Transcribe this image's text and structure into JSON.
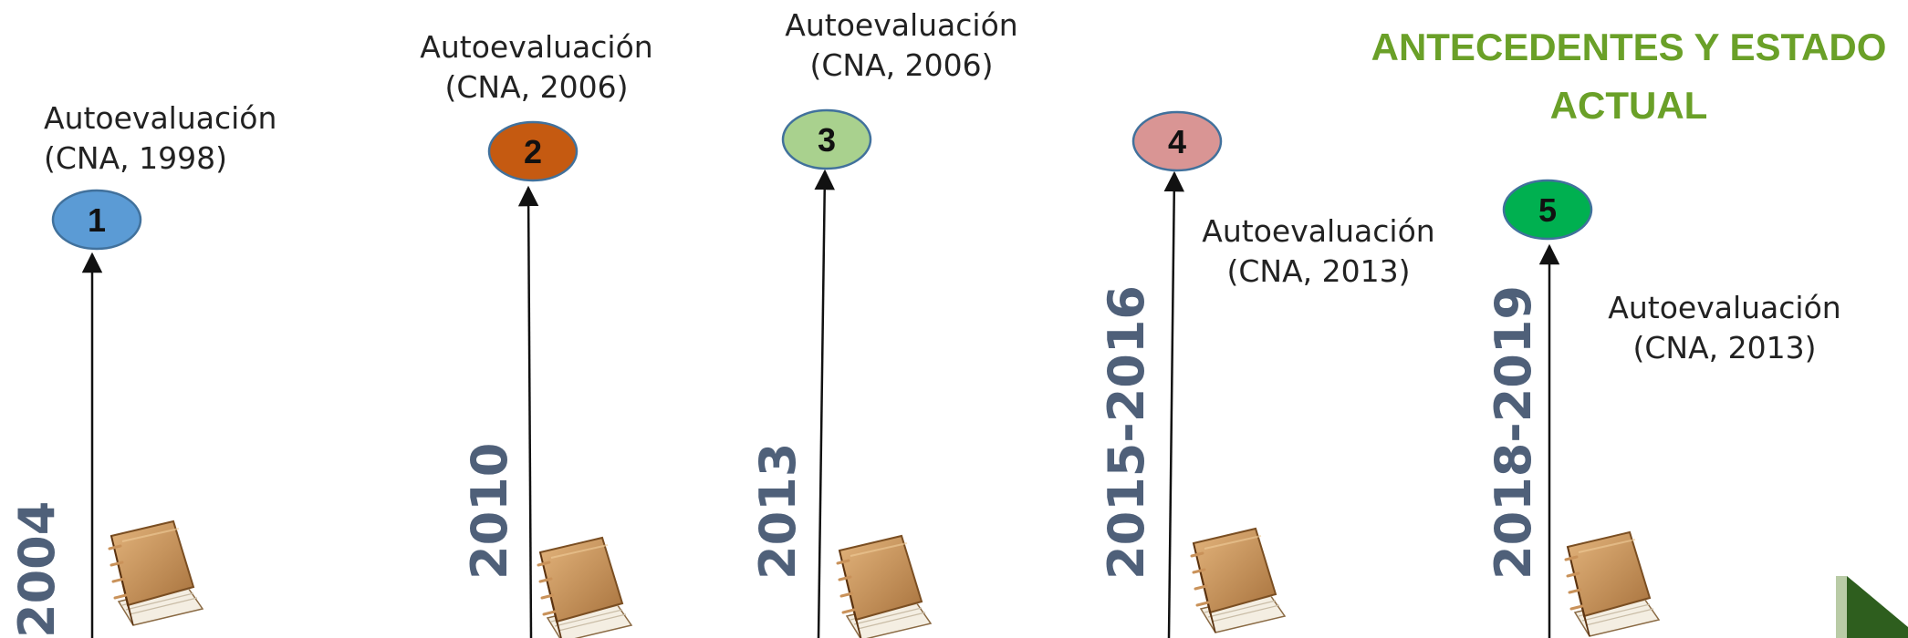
{
  "title": {
    "line1": "ANTECEDENTES Y ESTADO",
    "line2": "ACTUAL"
  },
  "colors": {
    "title": "#6aa028",
    "year": "#4f6079",
    "arrow": "#111111",
    "corner_triangle": "#2e5e1e"
  },
  "milestones": [
    {
      "number": "1",
      "year": "2004",
      "label_line1": "Autoevaluación",
      "label_line2": "(CNA, 1998)",
      "color": "#5b9bd5",
      "icon": "book-icon"
    },
    {
      "number": "2",
      "year": "2010",
      "label_line1": "Autoevaluación",
      "label_line2": "(CNA, 2006)",
      "color": "#c55a11",
      "icon": "book-icon"
    },
    {
      "number": "3",
      "year": "2013",
      "label_line1": "Autoevaluación",
      "label_line2": "(CNA, 2006)",
      "color": "#a9d18e",
      "icon": "book-icon"
    },
    {
      "number": "4",
      "year": "2015-2016",
      "label_line1": "Autoevaluación",
      "label_line2": "(CNA, 2013)",
      "color": "#d99594",
      "icon": "book-icon"
    },
    {
      "number": "5",
      "year": "2018-2019",
      "label_line1": "Autoevaluación",
      "label_line2": "(CNA, 2013)",
      "color": "#00b050",
      "icon": "book-icon"
    }
  ]
}
